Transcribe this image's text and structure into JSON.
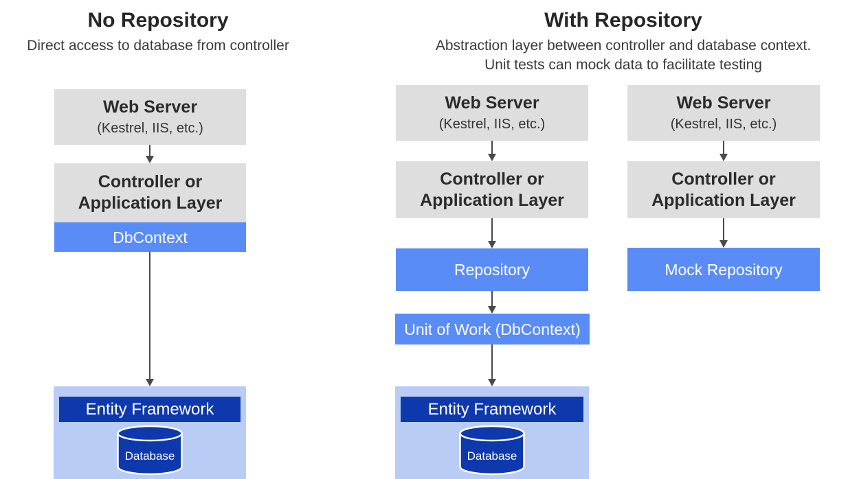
{
  "left": {
    "title": "No Repository",
    "subtitle": "Direct access to database from controller",
    "web_server": {
      "title": "Web Server",
      "subtitle": "(Kestrel, IIS, etc.)"
    },
    "controller": {
      "line1": "Controller or",
      "line2": "Application Layer"
    },
    "dbcontext": "DbContext",
    "entity_framework": "Entity Framework",
    "database": "Database"
  },
  "right": {
    "title": "With Repository",
    "subtitle_line1": "Abstraction layer between controller and database context.",
    "subtitle_line2": "Unit tests can mock data to facilitate testing",
    "repo_column": {
      "web_server": {
        "title": "Web Server",
        "subtitle": "(Kestrel, IIS, etc.)"
      },
      "controller": {
        "line1": "Controller or",
        "line2": "Application Layer"
      },
      "repository": "Repository",
      "unit_of_work": "Unit of Work (DbContext)",
      "entity_framework": "Entity Framework",
      "database": "Database"
    },
    "mock_column": {
      "web_server": {
        "title": "Web Server",
        "subtitle": "(Kestrel, IIS, etc.)"
      },
      "controller": {
        "line1": "Controller or",
        "line2": "Application Layer"
      },
      "mock_repository": "Mock Repository"
    }
  },
  "colors": {
    "box_gray": "#dedede",
    "accent_blue": "#5a8cf7",
    "dark_blue": "#0d39ac",
    "light_blue": "#b9ccf6",
    "arrow": "#4a4a4a",
    "heading": "#262626"
  }
}
